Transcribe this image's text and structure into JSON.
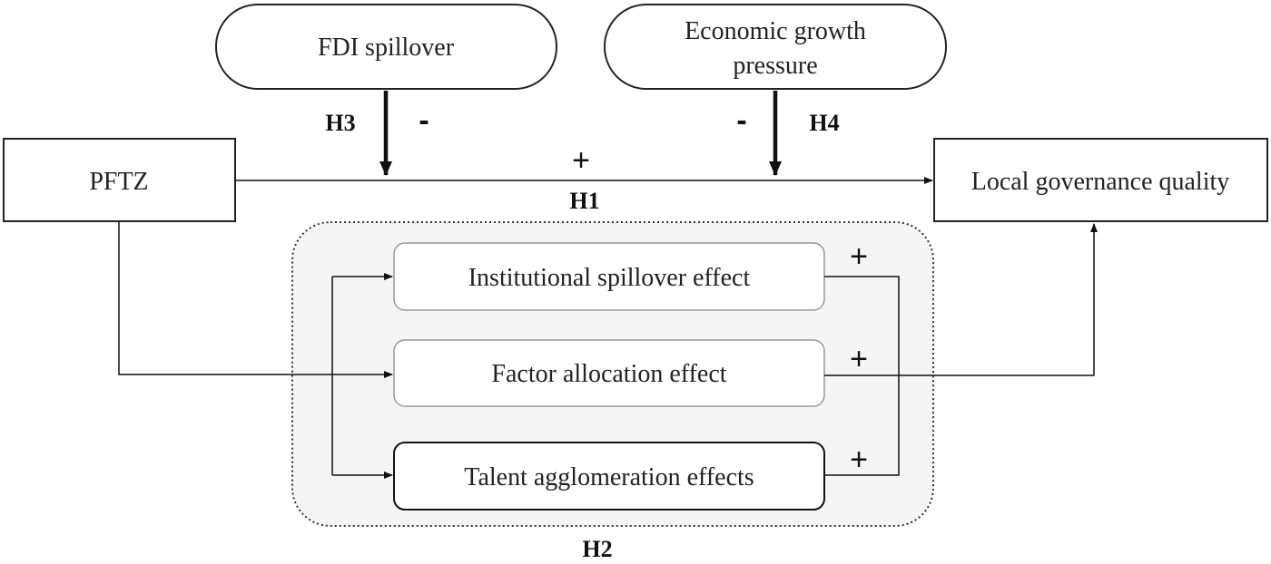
{
  "nodes": {
    "fdi": "FDI spillover",
    "econ_line1": "Economic growth",
    "econ_line2": "pressure",
    "pftz": "PFTZ",
    "lgq": "Local governance quality",
    "institutional": "Institutional spillover effect",
    "factor": "Factor allocation effect",
    "talent": "Talent agglomeration effects"
  },
  "labels": {
    "h1": "H1",
    "h2": "H2",
    "h3": "H3",
    "h4": "H4",
    "minus_fdi": "-",
    "minus_econ": "-",
    "plus_main": "+",
    "plus_institutional": "+",
    "plus_factor": "+",
    "plus_talent": "+"
  },
  "colors": {
    "line": "#111111",
    "group_fill": "#f5f5f5",
    "light_border": "#999999"
  }
}
